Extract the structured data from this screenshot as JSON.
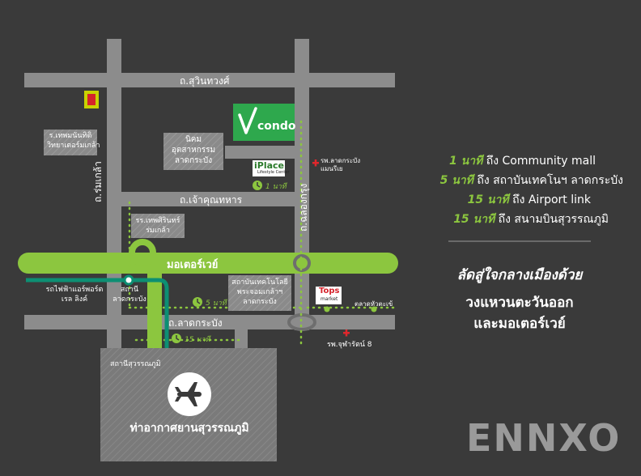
{
  "roads": {
    "sukhumvit": "ถ.สุวินทวงศ์",
    "chaokhun": "ถ.เจ้าคุณทหาร",
    "romklao": "ถ.ร่มเกล้า",
    "chalongkrung": "ถ.ฉลองกรุง",
    "latkrabang": "ถ.ลาดกระบัง",
    "motorway": "มอเตอร์เวย์"
  },
  "places": {
    "school": "ร.เทพมนันทิติ\nวิทยาเตอร์มเกล้า",
    "industrial": "นิคม\nอุตสาหกรรม\nลาดกระบัง",
    "condo_logo": "condo",
    "iplace_logo": "iPlace",
    "iplace_sub": "Lifestyle Center",
    "hospital_latkrabang": "รพ.ลาดกระบัง\nแมนรีเย",
    "temple": "รร.เทพศิรินทร์\nร่มเกล้า",
    "kmitl": "สถาบันเทคโนโลยี\nพระจอมเกล้าฯ\nลาดกระบัง",
    "tops_logo": "Tops",
    "tops_sub": "market",
    "market": "ตลาดหัวตะเข้",
    "hospital_jupha": "รพ.จุฬารัตน์ 8",
    "airport_link": "รถไฟฟ้าแอร์พอร์ต\nเรล ลิงค์",
    "station_latkrabang": "สถานี\nลาดกระบัง",
    "station_suvarnabhumi": "สถานีสุวรรณภูมิ",
    "airport": "ท่าอากาศยานสุวรรณภูมิ"
  },
  "times": {
    "t1": "1 นาที",
    "t5": "5 นาที",
    "t15": "15 นาที"
  },
  "side_lines": [
    {
      "time": "1 นาที",
      "text": "ถึง Community mall"
    },
    {
      "time": "5 นาที",
      "text": "ถึง สถาบันเทคโนฯ ลาดกระบัง"
    },
    {
      "time": "15 นาที",
      "text": "ถึง Airport link"
    },
    {
      "time": "15 นาที",
      "text": "ถึง สนามบินสุวรรณภูมิ"
    }
  ],
  "slogan": {
    "line1": "ลัดสู่ใจกลางเมืองด้วย",
    "line2": "วงแหวนตะวันออก",
    "line3": "และมอเตอร์เวย์"
  },
  "brand": "ENNXO",
  "colors": {
    "bg": "#3a3a3a",
    "road": "#8c8c8c",
    "accent": "#8cc63f",
    "rail": "#0d8f73",
    "box": "#6e6e6e"
  }
}
